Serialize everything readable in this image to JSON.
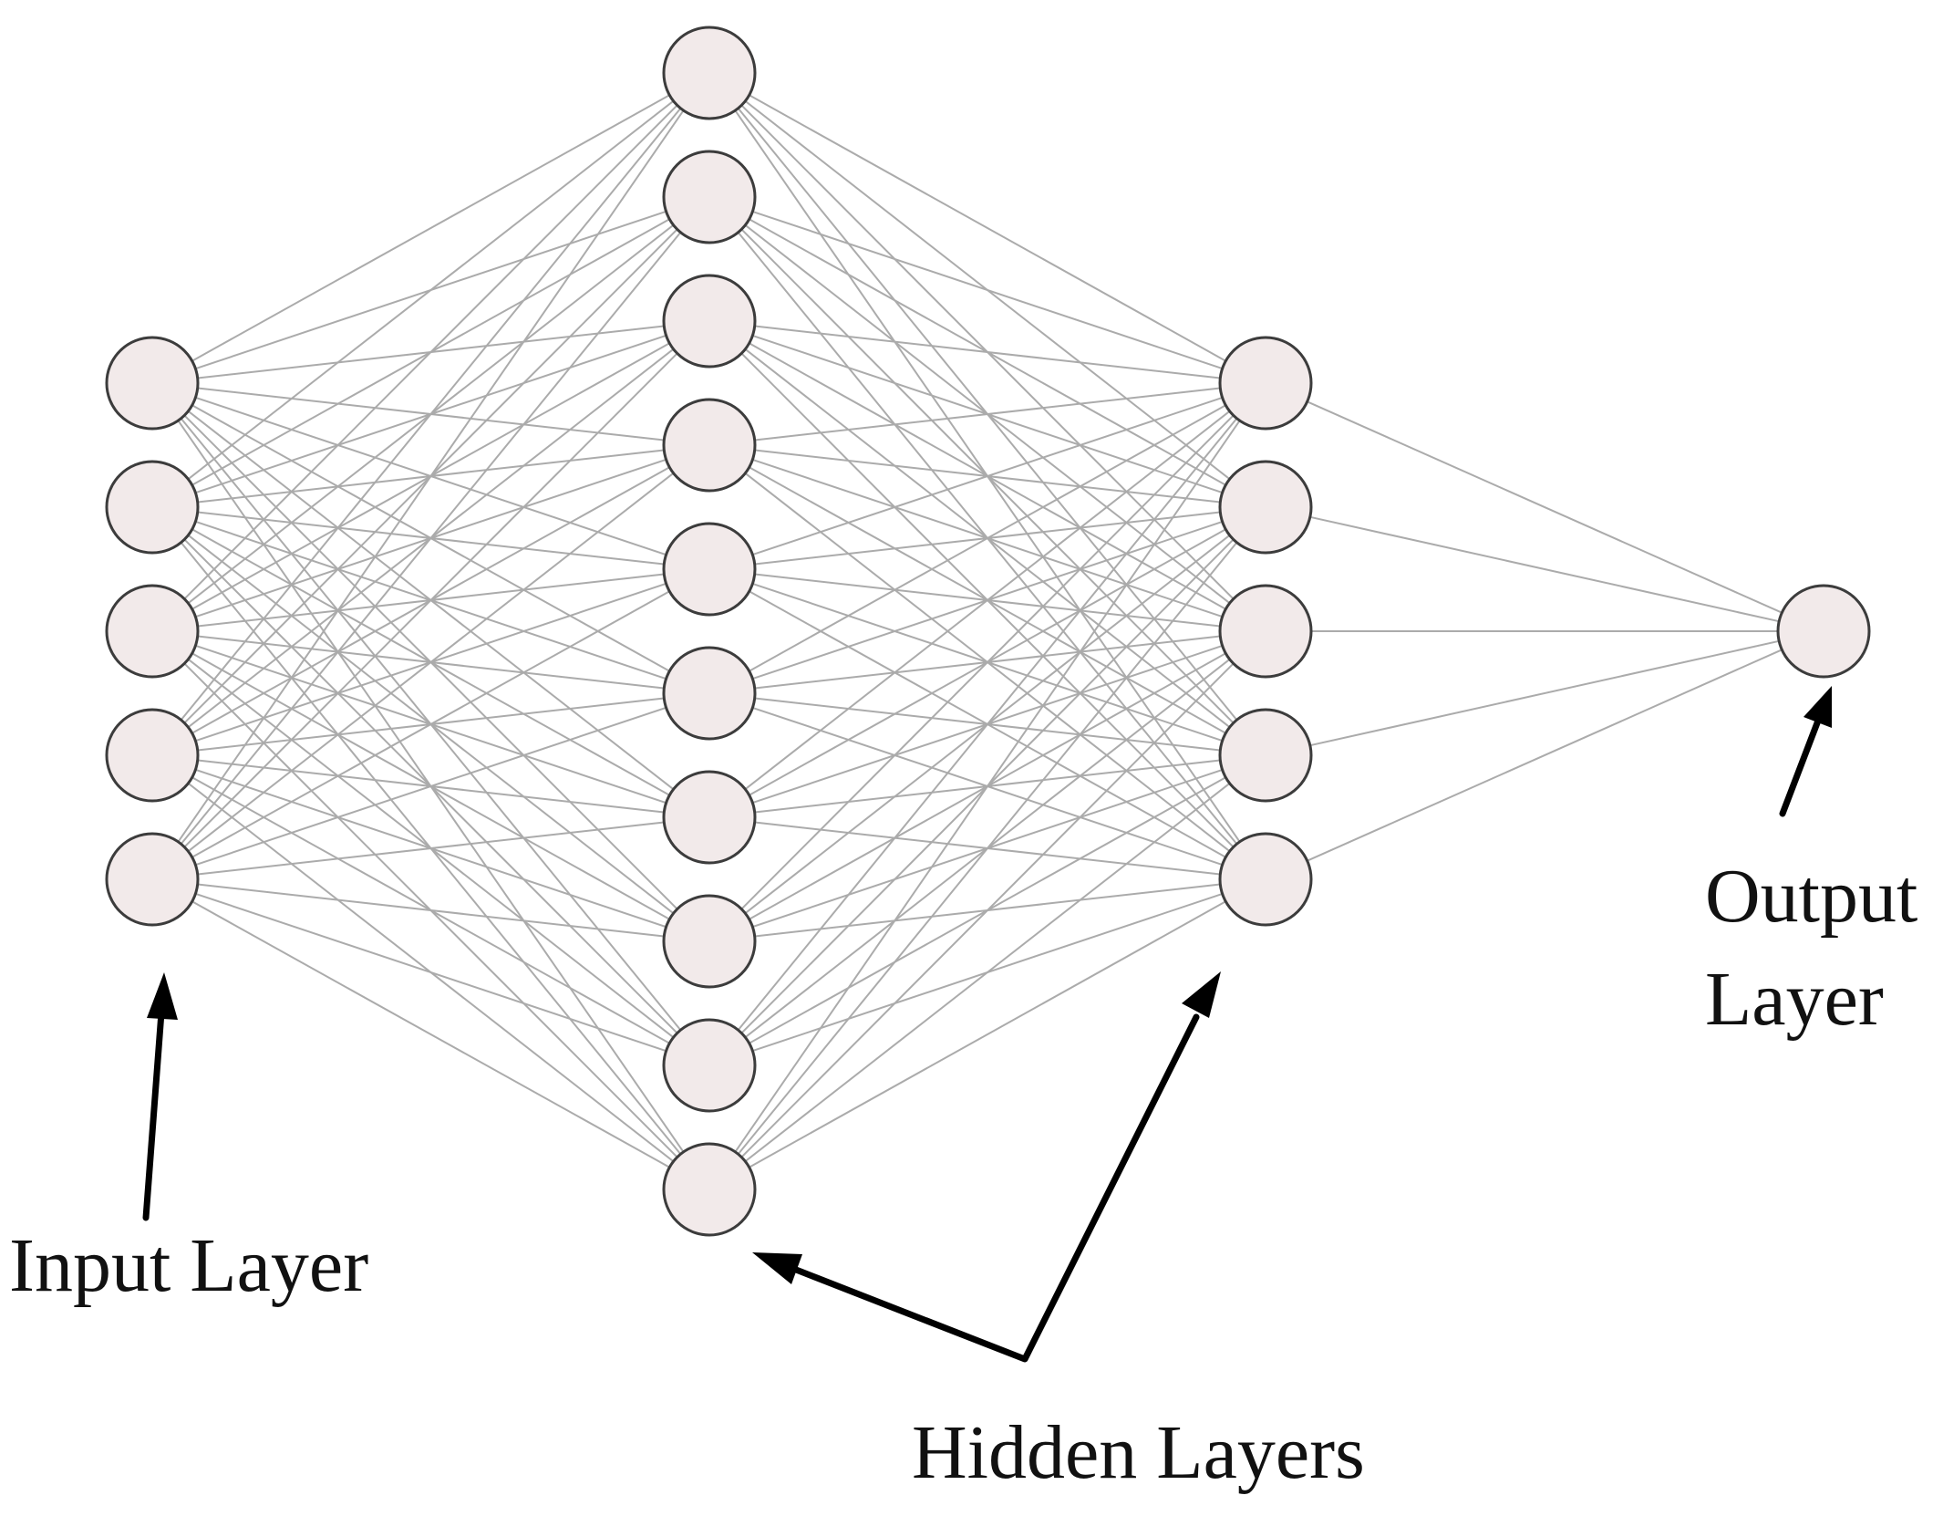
{
  "labels": {
    "input": "Input Layer",
    "hidden": "Hidden Layers",
    "output_line1": "Output",
    "output_line2": "Layer"
  },
  "network": {
    "layer_sizes": [
      5,
      10,
      5,
      1
    ],
    "node_color": "#f2eaea",
    "edge_color": "#ababab"
  }
}
